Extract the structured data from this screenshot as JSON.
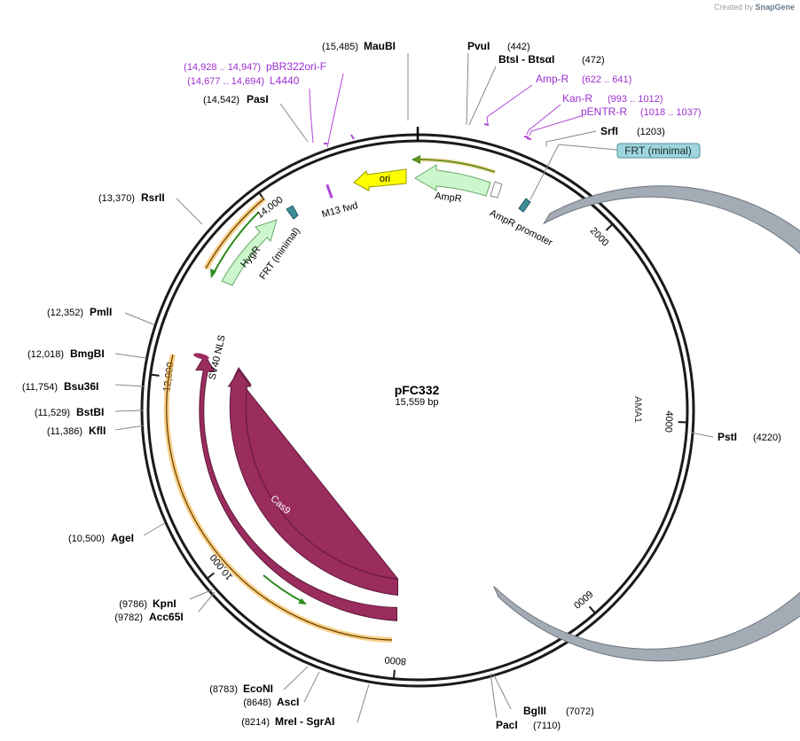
{
  "watermark": {
    "prefix": "Created by",
    "brand": "SnapGene"
  },
  "plasmid": {
    "name": "pFC332",
    "size_label": "15,559 bp",
    "length": 15559
  },
  "ticks": [
    {
      "pos": 2000,
      "label": "2000"
    },
    {
      "pos": 4000,
      "label": "4000"
    },
    {
      "pos": 6000,
      "label": "6000"
    },
    {
      "pos": 8000,
      "label": "8000"
    },
    {
      "pos": 10000,
      "label": "10,000"
    },
    {
      "pos": 12000,
      "label": "12,000"
    },
    {
      "pos": 14000,
      "label": "14,000"
    }
  ],
  "sites": [
    {
      "name": "MauBI",
      "pos_label": "(15,485)",
      "pos": 15485
    },
    {
      "name": "PvuI",
      "pos_label": "(442)",
      "pos": 442
    },
    {
      "name": "BtsI - BtsαI",
      "pos_label": "(472)",
      "pos": 472
    },
    {
      "name": "SrfI",
      "pos_label": "(1203)",
      "pos": 1203
    },
    {
      "name": "PstI",
      "pos_label": "(4220)",
      "pos": 4220
    },
    {
      "name": "BglII",
      "pos_label": "(7072)",
      "pos": 7072
    },
    {
      "name": "PacI",
      "pos_label": "(7110)",
      "pos": 7110
    },
    {
      "name": "MreI - SgrAI",
      "pos_label": "(8214)",
      "pos": 8214
    },
    {
      "name": "AscI",
      "pos_label": "(8648)",
      "pos": 8648
    },
    {
      "name": "EcoNI",
      "pos_label": "(8783)",
      "pos": 8783
    },
    {
      "name": "Acc65I",
      "pos_label": "(9782)",
      "pos": 9782
    },
    {
      "name": "KpnI",
      "pos_label": "(9786)",
      "pos": 9786
    },
    {
      "name": "AgeI",
      "pos_label": "(10,500)",
      "pos": 10500
    },
    {
      "name": "KflI",
      "pos_label": "(11,386)",
      "pos": 11386
    },
    {
      "name": "BstBI",
      "pos_label": "(11,529)",
      "pos": 11529
    },
    {
      "name": "Bsu36I",
      "pos_label": "(11,754)",
      "pos": 11754
    },
    {
      "name": "BmgBI",
      "pos_label": "(12,018)",
      "pos": 12018
    },
    {
      "name": "PmlI",
      "pos_label": "(12,352)",
      "pos": 12352
    },
    {
      "name": "RsrII",
      "pos_label": "(13,370)",
      "pos": 13370
    },
    {
      "name": "PasI",
      "pos_label": "(14,542)",
      "pos": 14542
    }
  ],
  "primers": [
    {
      "name": "pBR322ori-F",
      "pos_label": "(14,928 .. 14,947)",
      "pos": 14937
    },
    {
      "name": "L4440",
      "pos_label": "(14,677 .. 14,694)",
      "pos": 14685
    },
    {
      "name": "Amp-R",
      "pos_label": "(622 .. 641)",
      "pos": 631
    },
    {
      "name": "Kan-R",
      "pos_label": "(993 .. 1012)",
      "pos": 1002
    },
    {
      "name": "pENTR-R",
      "pos_label": "(1018 .. 1037)",
      "pos": 1027
    }
  ],
  "callout": {
    "label": "FRT (minimal)"
  },
  "features": [
    {
      "name": "AMA1",
      "start": 1600,
      "end": 6900,
      "color": "#a3abb4"
    },
    {
      "name": "Cas9",
      "start": 8250,
      "end": 12600,
      "color": "#9a2c5e"
    },
    {
      "name": "Cas9",
      "start": 8250,
      "end": 12600,
      "color": "#9a2c5e"
    },
    {
      "name": "SV40 NLS",
      "start": 12050,
      "end": 12100,
      "color": "#9a2c5e"
    },
    {
      "name": "HygR",
      "start": 13050,
      "end": 14020,
      "color": "#ccf7cc"
    },
    {
      "name": "FRT (minimal)",
      "start": 14110,
      "end": 14160,
      "color": "#3f8e98"
    },
    {
      "name": "M13 fwd",
      "start": 14780,
      "end": 14800,
      "color": "#b046d8"
    },
    {
      "name": "ori",
      "start": 14950,
      "end": 15480,
      "color": "#ffff00"
    },
    {
      "name": "AmpR",
      "start": 70,
      "end": 930,
      "color": "#ccf7cc"
    },
    {
      "name": "AmpR promoter",
      "start": 930,
      "end": 1040,
      "color": "#ffffff"
    },
    {
      "name": "FRT (minimal)",
      "start": 1180,
      "end": 1230,
      "color": "#3f8e98"
    }
  ],
  "colors": {
    "enzyme_text": "#000000",
    "primer_text": "#9b2ed1",
    "ring": "#1a1a1a",
    "orf_green": "#2e8b1e",
    "orf_orange": "#f5a623"
  }
}
